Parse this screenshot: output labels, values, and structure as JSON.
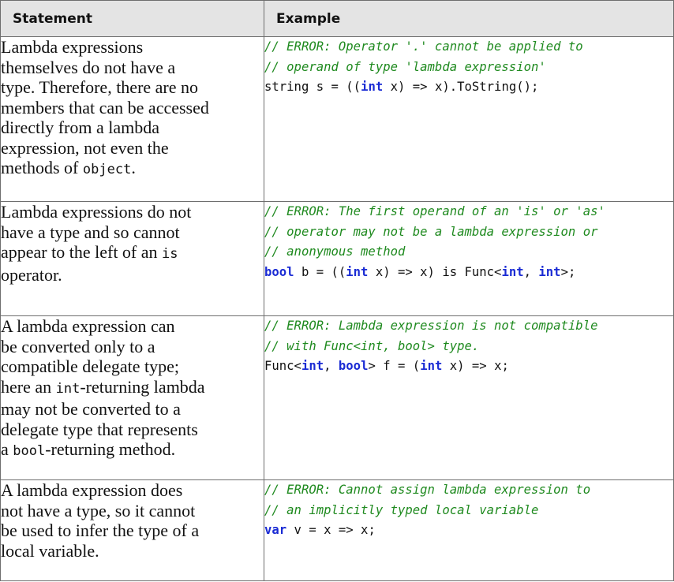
{
  "header": {
    "statement": "Statement",
    "example": "Example"
  },
  "rows": [
    {
      "statement": [
        "Lambda expressions",
        "themselves do not have a",
        "type. Therefore, there are no",
        "members that can be accessed",
        "directly from a lambda",
        "expression, not even the"
      ],
      "statement_tail_pre": "methods of ",
      "statement_tail_code": "object",
      "statement_tail_post": ".",
      "comments": [
        "// ERROR: Operator '.' cannot be applied to",
        "// operand of type 'lambda expression'"
      ],
      "code": {
        "p1": "string s = ((",
        "kw1": "int",
        "p2": " x) => x).ToString();"
      }
    },
    {
      "statement_lines": [
        "Lambda expressions do not",
        "have a type and so cannot"
      ],
      "statement_l3_pre": "appear to the left of an ",
      "statement_l3_code": "is",
      "statement_l4": "operator.",
      "comments": [
        "// ERROR: The first operand of an 'is' or 'as'",
        "// operator may not be a lambda expression or",
        "// anonymous method"
      ],
      "code": {
        "kw1": "bool",
        "p1": " b = ((",
        "kw2": "int",
        "p2": " x) => x) is Func<",
        "kw3": "int",
        "p3": ", ",
        "kw4": "int",
        "p4": ">;"
      }
    },
    {
      "statement_lines": [
        "A lambda expression can",
        "be converted only to a",
        "compatible delegate type;"
      ],
      "statement_l4_pre": "here an ",
      "statement_l4_code": "int",
      "statement_l4_post": "-returning lambda",
      "statement_l5": "may not be converted to a",
      "statement_l6": "delegate type that represents",
      "statement_l7_pre": "a ",
      "statement_l7_code": "bool",
      "statement_l7_post": "-returning method.",
      "comments": [
        "// ERROR: Lambda expression is not compatible",
        "// with Func<int, bool> type."
      ],
      "code": {
        "p1": "Func<",
        "kw1": "int",
        "p2": ", ",
        "kw2": "bool",
        "p3": "> f = (",
        "kw3": "int",
        "p4": " x) => x;"
      }
    },
    {
      "statement_lines": [
        "A lambda expression does",
        "not have a type, so it cannot",
        "be used to infer the type of a",
        "local variable."
      ],
      "comments": [
        "// ERROR: Cannot assign lambda expression to",
        "// an implicitly typed local variable"
      ],
      "code": {
        "kw1": "var",
        "p1": " v = x => x;"
      }
    }
  ]
}
